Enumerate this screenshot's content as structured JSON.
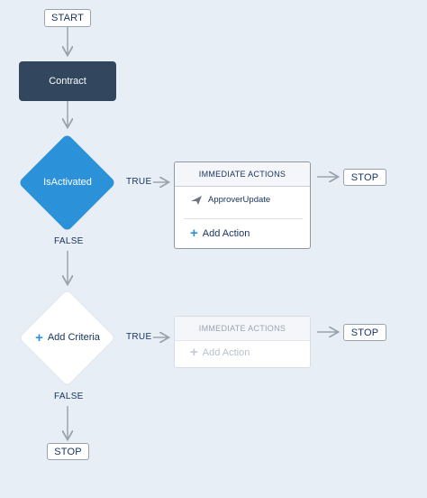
{
  "start_label": "START",
  "object_node": {
    "label": "Contract"
  },
  "criteria_1": {
    "label": "IsActivated",
    "true_label": "TRUE",
    "false_label": "FALSE"
  },
  "actions_1": {
    "header": "IMMEDIATE ACTIONS",
    "items": [
      {
        "label": "ApproverUpdate",
        "icon": "send-icon"
      }
    ],
    "add_label": "Add Action",
    "stop_label": "STOP"
  },
  "criteria_2": {
    "label": "Add Criteria",
    "true_label": "TRUE",
    "false_label": "FALSE"
  },
  "actions_2": {
    "header": "IMMEDIATE ACTIONS",
    "add_label": "Add Action",
    "stop_label": "STOP"
  },
  "end_label": "STOP",
  "colors": {
    "accent": "#2b91d8",
    "object_node": "#32465e",
    "canvas": "#e8eef6"
  }
}
